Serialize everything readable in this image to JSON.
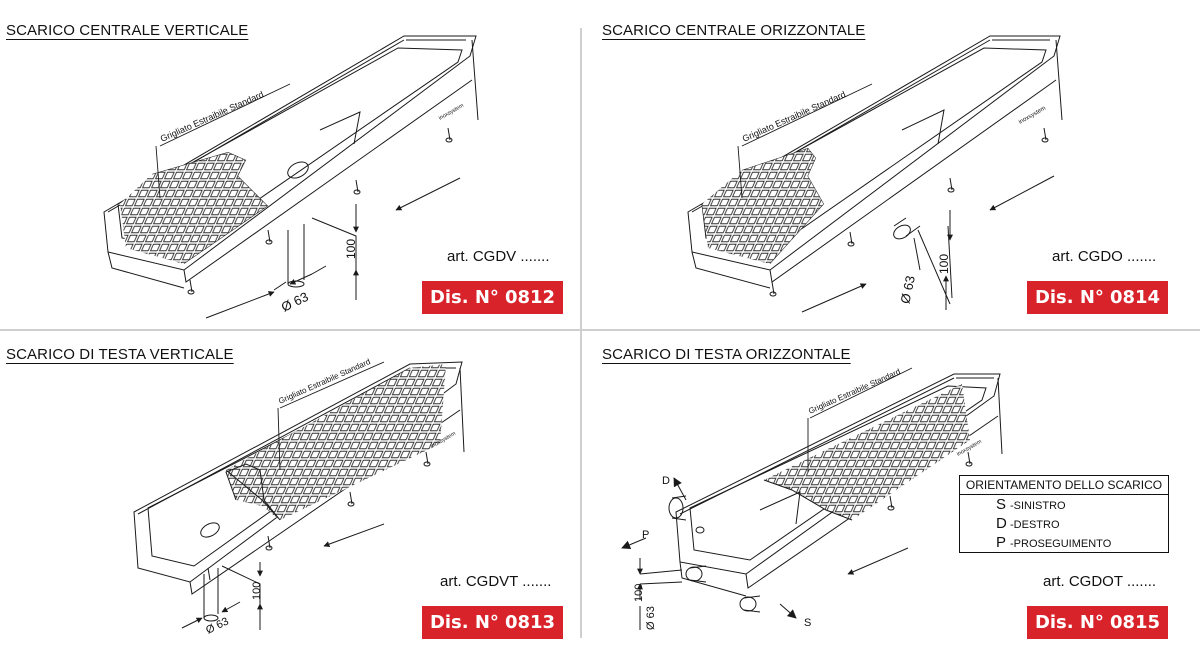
{
  "panels": [
    {
      "title": "SCARICO CENTRALE VERTICALE",
      "grid_label": "Grigliato Estraibile Standard",
      "brand": "inoxsystem",
      "dim_height": "100",
      "dim_diameter": "Ø 63",
      "article": "art. CGDV .......",
      "dis_label": "Dis. N°",
      "dis_number": "0812"
    },
    {
      "title": "SCARICO CENTRALE ORIZZONTALE",
      "grid_label": "Grigliato Estraibile Standard",
      "brand": "inoxsystem",
      "dim_height": "100",
      "dim_diameter": "Ø 63",
      "article": "art. CGDO .......",
      "dis_label": "Dis. N°",
      "dis_number": "0814"
    },
    {
      "title": "SCARICO DI TESTA VERTICALE",
      "grid_label": "Grigliato Estraibile Standard",
      "brand": "inoxsystem",
      "dim_height": "100",
      "dim_diameter": "Ø 63",
      "article": "art. CGDVT .......",
      "dis_label": "Dis. N°",
      "dis_number": "0813"
    },
    {
      "title": "SCARICO DI TESTA ORIZZONTALE",
      "grid_label": "Grigliato Estraibile Standard",
      "brand": "inoxsystem",
      "dim_height": "100",
      "dim_diameter": "Ø 63",
      "article": "art. CGDOT .......",
      "dis_label": "Dis. N°",
      "dis_number": "0815"
    }
  ],
  "orientation": {
    "title": "ORIENTAMENTO DELLO SCARICO",
    "items": [
      {
        "letter": "S",
        "text": "-SINISTRO"
      },
      {
        "letter": "D",
        "text": "-DESTRO"
      },
      {
        "letter": "P",
        "text": "-PROSEGUIMENTO"
      }
    ],
    "arrow_labels": {
      "d": "D",
      "p": "P",
      "s": "S"
    }
  },
  "colors": {
    "badge": "#d9232a",
    "line": "#1a1a1a",
    "divider": "#cfcfcf"
  }
}
